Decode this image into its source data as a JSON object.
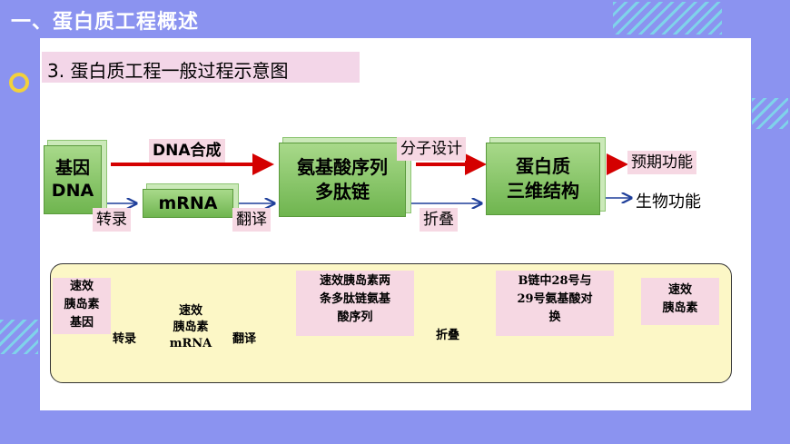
{
  "title": "一、蛋白质工程概述",
  "subtitle": "3. 蛋白质工程一般过程示意图",
  "top": {
    "gene_dna": [
      "基因",
      "DNA"
    ],
    "mrna": "mRNA",
    "polypeptide": [
      "氨基酸序列",
      "多肽链"
    ],
    "structure": [
      "蛋白质",
      "三维结构"
    ],
    "dna_synth": "DNA合成",
    "mol_design": "分子设计",
    "expected_func": "预期功能",
    "bio_func": "生物功能",
    "transcription": "转录",
    "translation": "翻译",
    "folding": "折叠"
  },
  "bottom": {
    "gene": [
      "速效",
      "胰岛素",
      "基因"
    ],
    "mrna": [
      "速效",
      "胰岛素",
      "mRNA"
    ],
    "chains": [
      "速效胰岛素两",
      "条多肽链氨基",
      "酸序列"
    ],
    "swap": [
      "B链中28号与",
      "29号氨基酸对",
      "换"
    ],
    "insulin": [
      "速效",
      "胰岛素"
    ],
    "transcription": "转录",
    "translation": "翻译",
    "folding": "折叠"
  },
  "colors": {
    "background": "#8b93f0",
    "arrow_red": "#d40000",
    "arrow_blue": "#1f3f9a",
    "cube_green": "#7dbf5c"
  },
  "icons": [
    "ring-icon",
    "stripe-decor"
  ]
}
